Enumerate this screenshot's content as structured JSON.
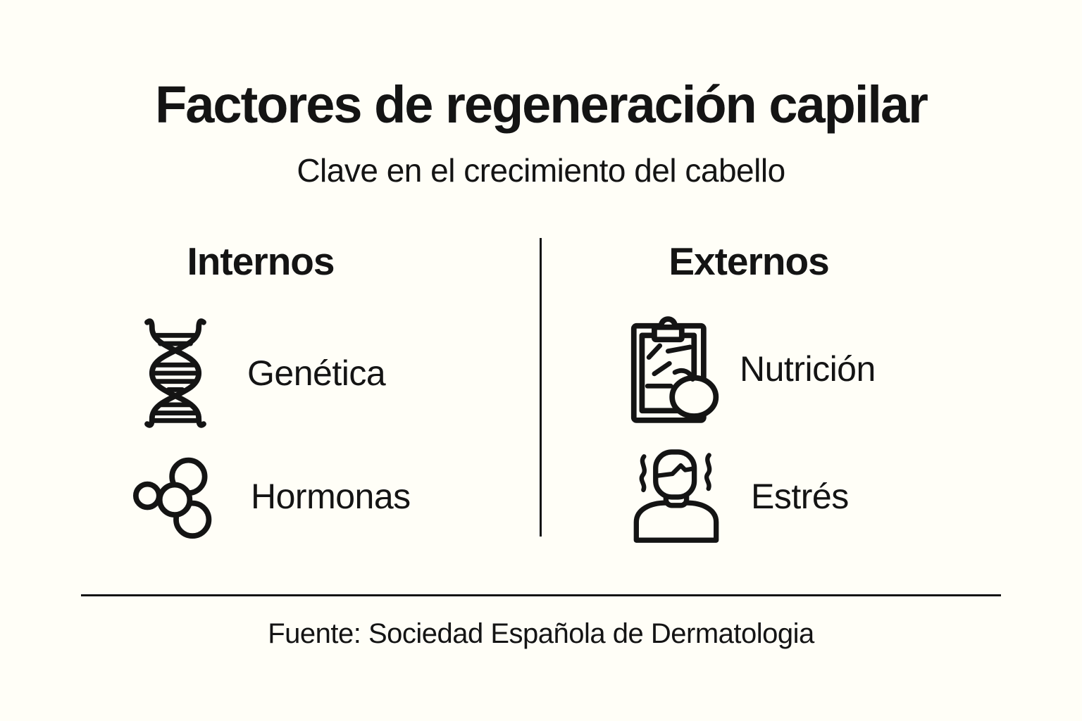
{
  "header": {
    "title": "Factores de regeneración capilar",
    "subtitle": "Clave en el crecimiento del cabello"
  },
  "columns": [
    {
      "heading": "Internos",
      "items": [
        {
          "icon": "dna-icon",
          "label": "Genética"
        },
        {
          "icon": "hormone-molecule-icon",
          "label": "Hormonas"
        }
      ]
    },
    {
      "heading": "Externos",
      "items": [
        {
          "icon": "nutrition-clipboard-apple-icon",
          "label": "Nutrición"
        },
        {
          "icon": "stressed-person-icon",
          "label": "Estrés"
        }
      ]
    }
  ],
  "footer": {
    "source": "Fuente: Sociedad Española de Dermatologia"
  },
  "colors": {
    "background": "#FFFEF7",
    "ink": "#141414"
  }
}
